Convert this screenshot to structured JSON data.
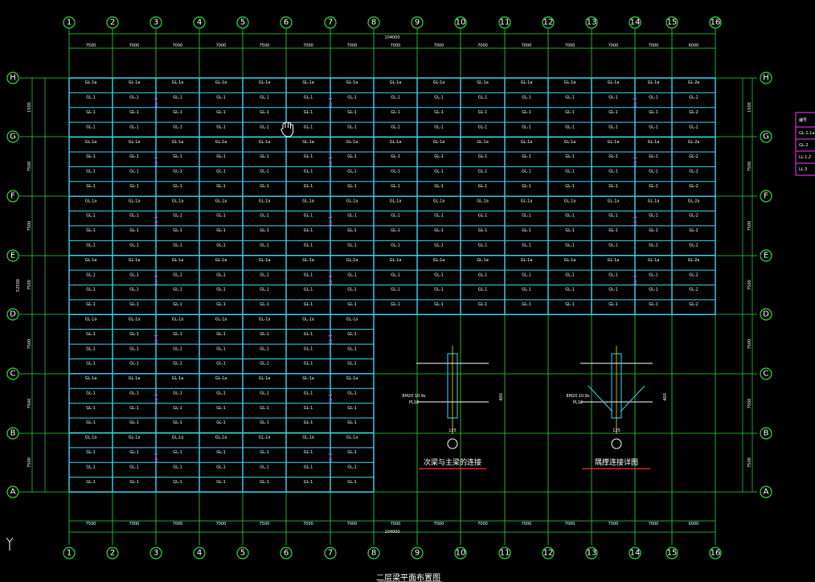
{
  "drawing": {
    "title": "二层梁平面布置图",
    "columns": [
      "1",
      "2",
      "3",
      "4",
      "5",
      "6",
      "7",
      "8",
      "9",
      "10",
      "11",
      "12",
      "13",
      "14",
      "15",
      "16"
    ],
    "rows": [
      "H",
      "G",
      "F",
      "E",
      "D",
      "C",
      "B",
      "A"
    ],
    "bay_spacings": [
      "7500",
      "7000",
      "7000",
      "7000",
      "7500",
      "7000",
      "7000",
      "7000",
      "7000",
      "7000",
      "7000",
      "7000",
      "7000",
      "7000",
      "6000",
      "7500"
    ],
    "total_width": "104000",
    "row_dimensions": [
      "1500",
      "7500",
      "7500",
      "7500",
      "7500",
      "7500",
      "7500"
    ],
    "total_height": "52500",
    "beam_labels": {
      "main": "GL-1",
      "alt": "GL-1a",
      "col15": "GL-2",
      "col15_alt": "GL-2a",
      "tie": "LL-1"
    },
    "details": [
      {
        "caption": "次梁与主梁的连接"
      },
      {
        "caption": "隅撑连接详图"
      }
    ],
    "legend": {
      "header": "编号",
      "rows": [
        "GL-1,1a",
        "GL-2",
        "LL-1,2",
        "LL-3"
      ]
    },
    "detail_notes": {
      "bolt": "8M20 10.9s",
      "plate": "PL12",
      "dim_small": "125",
      "dim_depth": "400"
    },
    "colors": {
      "grid_line": "#29e03a",
      "beam": "#38d8f0",
      "text": "#ffffff",
      "magenta": "#ff3cff",
      "red": "#ff3030",
      "yellow": "#f0e020",
      "background": "#000000"
    }
  }
}
